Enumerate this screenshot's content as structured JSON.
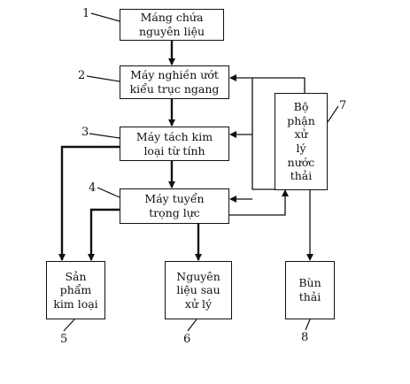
{
  "boxes": {
    "b1": "Máng chứa\nnguyên liệu",
    "b2": "Máy nghiền ướt\nkiểu trục ngang",
    "b3": "Máy tách kim\nloại từ tính",
    "b4": "Máy tuyển\ntrọng lực",
    "b5": "Sản\nphẩm\nkim loại",
    "b6": "Nguyên\nliệu sau\nxử lý",
    "b7": "Bộ\nphận\nxử\nlý\nnước\nthải",
    "b8": "Bùn\nthải"
  },
  "numbers": {
    "n1": "1",
    "n2": "2",
    "n3": "3",
    "n4": "4",
    "n5": "5",
    "n6": "6",
    "n7": "7",
    "n8": "8"
  }
}
